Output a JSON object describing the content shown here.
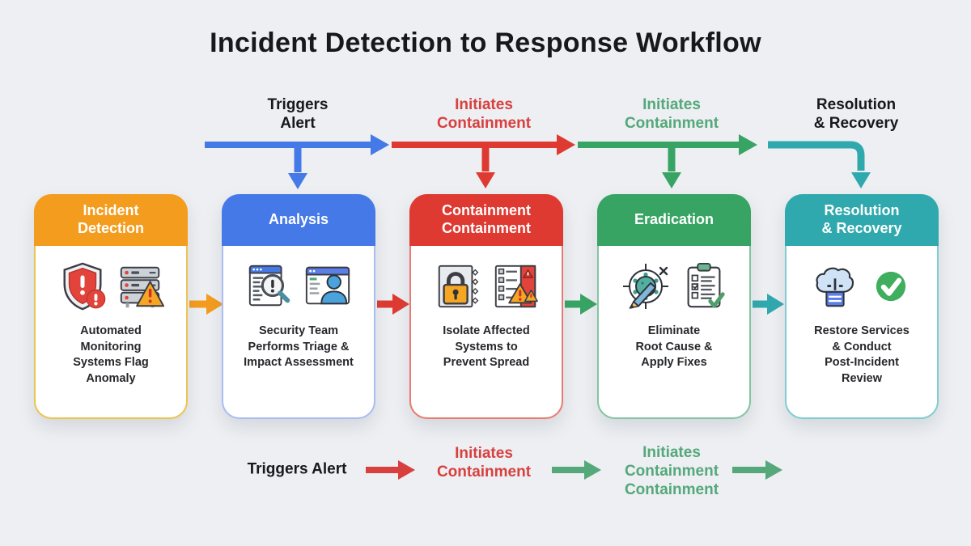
{
  "title": "Incident Detection to Response Workflow",
  "colors": {
    "background": "#edeff2",
    "card_bg": "#ffffff",
    "title_text": "#17181c",
    "body_text": "#26272b",
    "orange": "#f49c1d",
    "blue": "#4679e8",
    "red": "#df3a31",
    "green": "#38a464",
    "teal": "#2fa9ae",
    "label_red": "#d8403f",
    "label_green": "#54a87a"
  },
  "top_flow": {
    "labels": [
      {
        "text": "Triggers\nAlert",
        "color_key": "title_text"
      },
      {
        "text": "Initiates\nContainment",
        "color_key": "label_red"
      },
      {
        "text": "Initiates\nContainment",
        "color_key": "label_green"
      },
      {
        "text": "Resolution\n& Recovery",
        "color_key": "title_text"
      }
    ],
    "arrow_color_keys": [
      "blue",
      "red",
      "green",
      "teal"
    ]
  },
  "stages": [
    {
      "title": "Incident\nDetection",
      "description": "Automated\nMonitoring\nSystems Flag\nAnomaly",
      "color_key": "orange",
      "icons": [
        "shield-alert-icon",
        "server-warning-icon"
      ]
    },
    {
      "title": "Analysis",
      "description": "Security Team\nPerforms Triage &\nImpact Assessment",
      "color_key": "blue",
      "icons": [
        "log-search-icon",
        "user-report-icon"
      ]
    },
    {
      "title": "Containment\nContainment",
      "description": "Isolate Affected\nSystems to\nPrevent Spread",
      "color_key": "red",
      "icons": [
        "lock-document-icon",
        "alert-list-icon"
      ]
    },
    {
      "title": "Eradication",
      "description": "Eliminate\nRoot Cause &\nApply Fixes",
      "color_key": "green",
      "icons": [
        "malware-target-icon",
        "checklist-icon"
      ]
    },
    {
      "title": "Resolution\n& Recovery",
      "description": "Restore Services\n& Conduct\nPost-Incident\nReview",
      "color_key": "teal",
      "icons": [
        "cloud-restore-icon",
        "check-circle-icon"
      ]
    }
  ],
  "mid_arrow_color_keys": [
    "orange",
    "red",
    "green",
    "teal"
  ],
  "bottom_flow": {
    "items": [
      {
        "type": "label",
        "text": "Triggers Alert",
        "color_key": "title_text"
      },
      {
        "type": "arrow",
        "color_key": "label_red"
      },
      {
        "type": "label",
        "text": "Initiates\nContainment",
        "color_key": "label_red"
      },
      {
        "type": "arrow",
        "color_key": "label_green"
      },
      {
        "type": "label",
        "text": "Initiates\nContainment\nContainment",
        "color_key": "label_green"
      },
      {
        "type": "arrow",
        "color_key": "label_green"
      }
    ]
  }
}
